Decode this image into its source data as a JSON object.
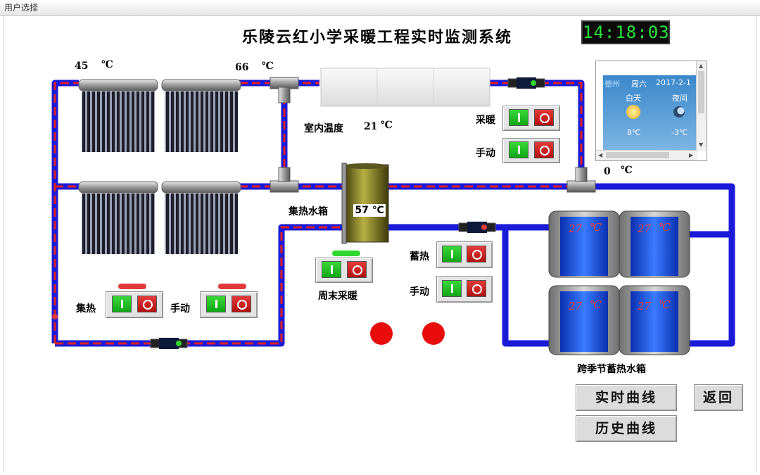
{
  "window": {
    "title": "用户选择"
  },
  "header": {
    "title": "乐陵云红小学采暖工程实时监测系统",
    "clock": "14:18:03"
  },
  "temps": {
    "collector_left": "45",
    "collector_right": "66",
    "unit": "℃",
    "indoor_label": "室内温度",
    "indoor_value": "21",
    "outdoor_value": "0",
    "heat_tank": "57 ℃",
    "seasonal_tank_value": "27",
    "seasonal_tank_unit": "℃"
  },
  "weather": {
    "city": "德州",
    "weekday": "周六",
    "date": "2017-2-1",
    "day_label": "白天",
    "night_label": "夜间",
    "day_temp": "8℃",
    "night_temp": "-3℃"
  },
  "labels": {
    "heat_tank": "集热水箱",
    "seasonal_tank": "跨季节蓄热水箱",
    "heating": "采暖",
    "manual": "手动",
    "collect": "集热",
    "weekend_heating": "周末采暖",
    "storage": "蓄热"
  },
  "buttons": {
    "realtime_curve": "实时曲线",
    "history_curve": "历史曲线",
    "back": "返回"
  },
  "colors": {
    "pipe_blue": "#1a1ad8",
    "pipe_red_dash": "#e02020",
    "switch_on": "#18b818",
    "switch_off": "#d01818",
    "indicator_red": "#e23a3a",
    "indicator_green": "#2ed82e"
  }
}
